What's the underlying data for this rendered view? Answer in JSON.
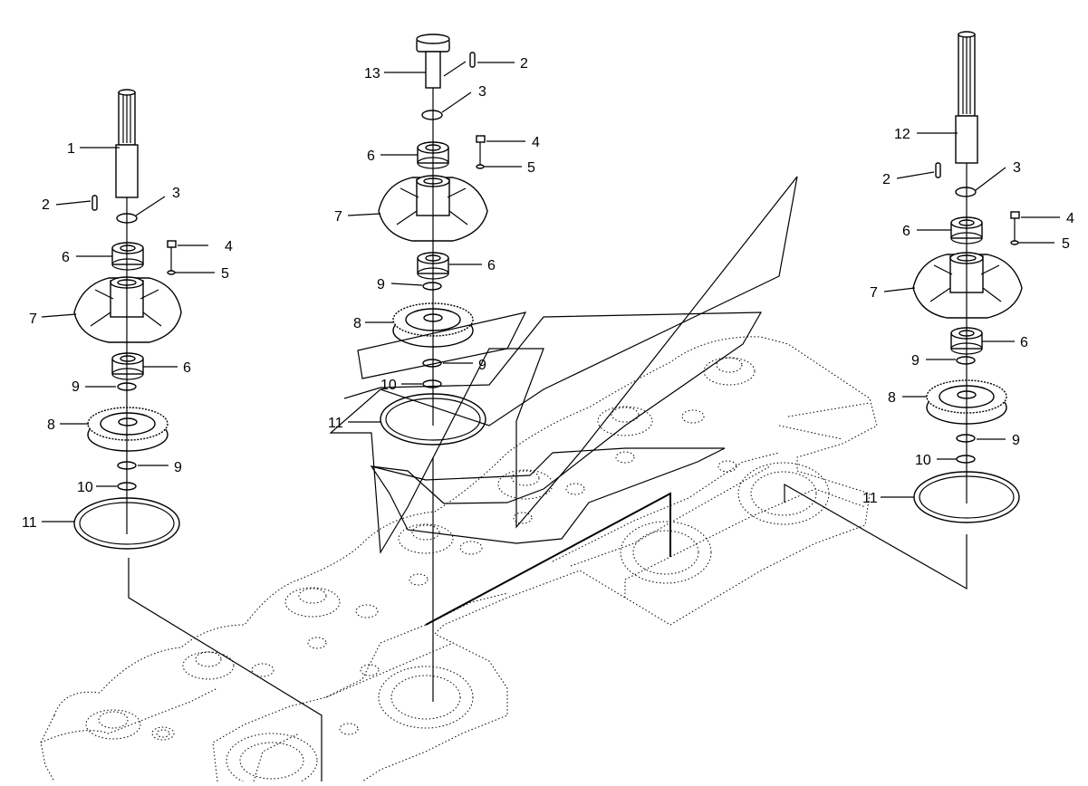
{
  "callouts": {
    "left": {
      "n1": "1",
      "n2": "2",
      "n3": "3",
      "n4": "4",
      "n5": "5",
      "n6a": "6",
      "n7": "7",
      "n6b": "6",
      "n9a": "9",
      "n8": "8",
      "n9b": "9",
      "n10": "10",
      "n11": "11"
    },
    "center": {
      "n13": "13",
      "n2": "2",
      "n3": "3",
      "n4": "4",
      "n6a": "6",
      "n5": "5",
      "n7": "7",
      "n6b": "6",
      "n9a": "9",
      "n8": "8",
      "n9b": "9",
      "n10": "10",
      "n11": "11"
    },
    "right": {
      "n12": "12",
      "n2": "2",
      "n3": "3",
      "n4": "4",
      "n6a": "6",
      "n5": "5",
      "n7": "7",
      "n6b": "6",
      "n9a": "9",
      "n8": "8",
      "n9b": "9",
      "n10": "10",
      "n11": "11"
    }
  }
}
